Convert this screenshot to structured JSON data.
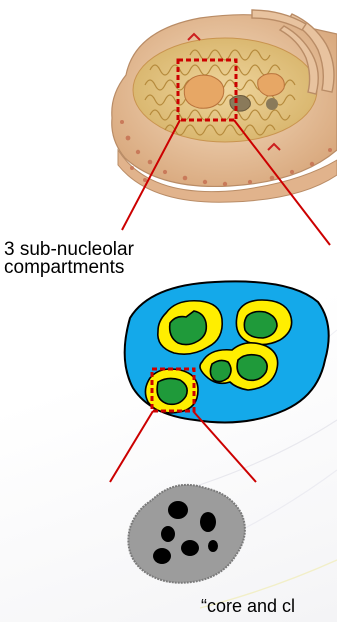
{
  "labels": {
    "subnucleolar_compartments": "3 sub-nucleolar\ncompartments",
    "core_caption": "“core and cl"
  },
  "colors": {
    "nucleus_shell": "#e8c09a",
    "nucleolus_fill": "#1aa7e8",
    "dense_component": "#ffee00",
    "fibrillar_center": "#1e9a3a",
    "zoom_marker": "#cc0000",
    "dense_core": "#9c9c9c"
  },
  "icons": {
    "cell_nucleus": "cell-nucleus-illustration",
    "nucleolus": "nucleolus-illustration",
    "granular_core": "granular-core-illustration"
  }
}
